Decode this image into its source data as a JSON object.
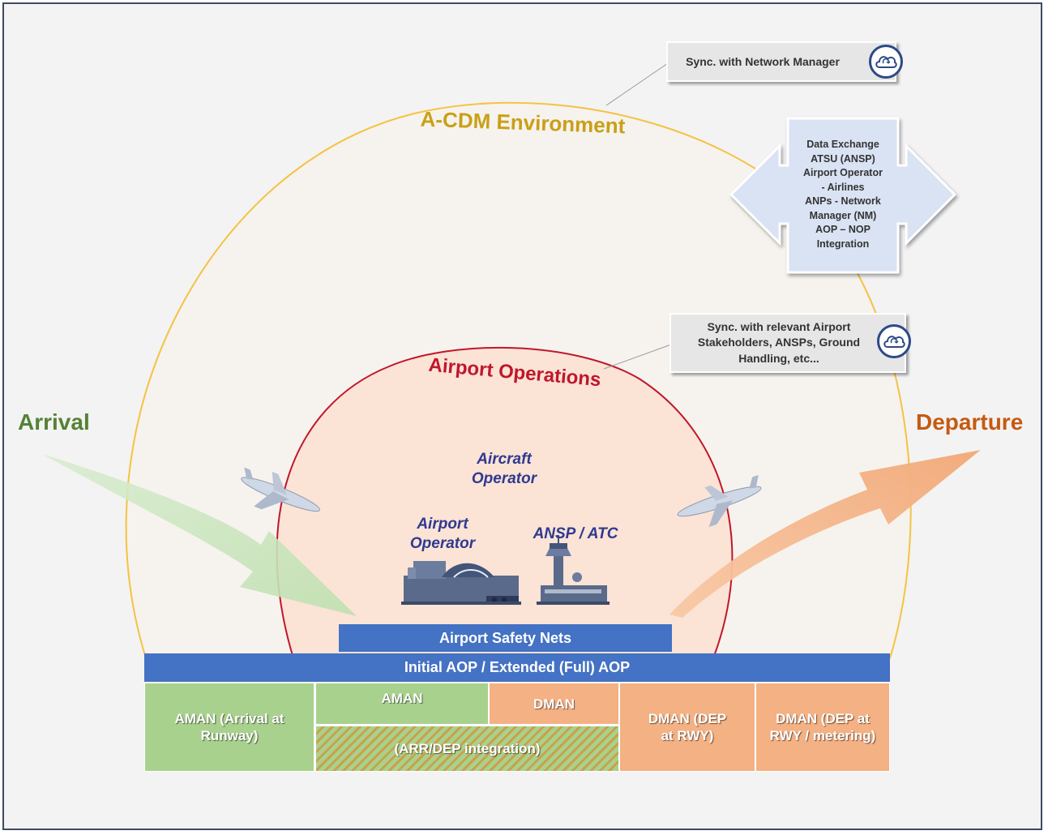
{
  "environment": {
    "title": "A-CDM Environment"
  },
  "airport_operations": {
    "title": "Airport Operations"
  },
  "flows": {
    "arrival": "Arrival",
    "departure": "Departure"
  },
  "actors": {
    "aircraft_operator": "Aircraft Operator",
    "airport_operator": "Airport Operator",
    "ansp_atc": "ANSP / ATC"
  },
  "sync_boxes": {
    "network_manager": "Sync. with Network Manager",
    "stakeholders": "Sync. with relevant Airport Stakeholders, ANSPs, Ground Handling, etc..."
  },
  "data_exchange": {
    "lines": [
      "Data Exchange",
      "ATSU (ANSP)",
      "Airport Operator",
      "- Airlines",
      "ANPs - Network",
      "Manager (NM)",
      "AOP – NOP",
      "Integration"
    ]
  },
  "bars": {
    "safety_nets": "Airport Safety Nets",
    "aop": "Initial AOP / Extended (Full) AOP"
  },
  "cells": {
    "aman_arrival": "AMAN (Arrival at Runway)",
    "aman": "AMAN",
    "dman": "DMAN",
    "integration": "(ARR/DEP integration)",
    "dman_dep_rwy": "DMAN (DEP at RWY)",
    "dman_metering": "DMAN (DEP at RWY / metering)"
  },
  "icons": [
    "cloud-sync-icon",
    "cloud-sync-icon",
    "airplane-icon",
    "airplane-icon",
    "airport-terminal-icon",
    "control-tower-icon"
  ],
  "colors": {
    "environment_arc": "#f5c243",
    "environment_title": "#c9a017",
    "operations_arc": "#c0172b",
    "operations_fill": "#fbe3d6",
    "arrival": "#548235",
    "departure": "#c55a11",
    "bar_blue": "#4472c4",
    "green_cell": "#a9d18e",
    "orange_cell": "#f4b183",
    "actor_text": "#2f3a8f"
  }
}
